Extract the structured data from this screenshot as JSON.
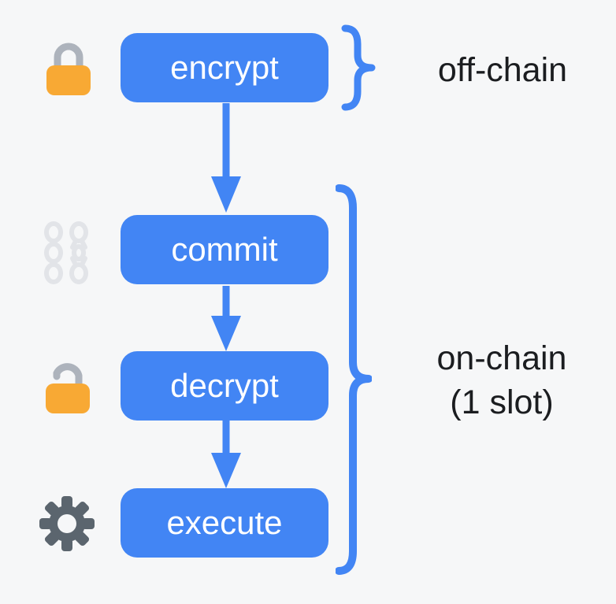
{
  "diagram": {
    "type": "flowchart",
    "nodes": [
      {
        "id": "encrypt",
        "label": "encrypt",
        "icon": "lock-closed-icon"
      },
      {
        "id": "commit",
        "label": "commit",
        "icon": "broken-chain-icon"
      },
      {
        "id": "decrypt",
        "label": "decrypt",
        "icon": "lock-open-icon"
      },
      {
        "id": "execute",
        "label": "execute",
        "icon": "gear-icon"
      }
    ],
    "edges": [
      {
        "from": "encrypt",
        "to": "commit"
      },
      {
        "from": "commit",
        "to": "decrypt"
      },
      {
        "from": "decrypt",
        "to": "execute"
      }
    ],
    "groups": [
      {
        "id": "off-chain",
        "label": "off-chain",
        "nodes": [
          "encrypt"
        ]
      },
      {
        "id": "on-chain",
        "label_line1": "on-chain",
        "label_line2": "(1 slot)",
        "nodes": [
          "commit",
          "decrypt",
          "execute"
        ]
      }
    ],
    "colors": {
      "bg": "#f6f7f8",
      "node-blue": "#4285f4",
      "node-text": "#ffffff",
      "label-text": "#1b1d20",
      "lock-orange": "#f8a934",
      "shackle-gray": "#adb3bc",
      "chain-gray": "#e2e4e8",
      "gear-gray": "#5b656e"
    }
  }
}
